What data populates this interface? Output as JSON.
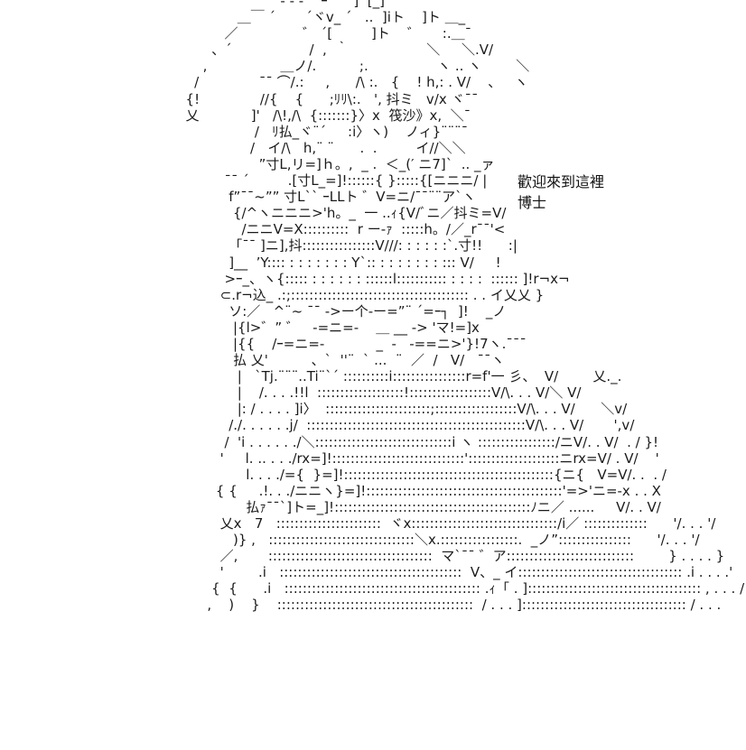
{
  "art": {
    "lines": [
      "                        ‐ ‐ -    ｰ      ]  [_]",
      "              ＿￣ ´       ´ヾv_ ´   ..  ]ⅰト    ]ト ＿_",
      "           ／               ゛ ´[         ]ト    ゛     :.＿¯",
      "        、´                  /  ,  ｀                  ＼     ＼.V/",
      "      ,                 ＿ノ/.          ;.                ヽ .. ヽ        ＼",
      "    /              ¯¯ ⌒/.:     ,      /\\ :.   {    ! h,: . V/    、   ヽ",
      "  {!              //{    {      ;ﾘﾘ\\:.   ', 抖ミ   v/x ヾ¯¯",
      "  乂            ]'   /\\!,/\\  {:::::::}〉x  筏沙》x,  ＼¯",
      "                  /   ﾘ払_ヾ¨´     :i〉ヽ)    ノィ}¨¨¨¯",
      "                 /   イ/\\   h,¨ ¨      .  .         イ//＼＼",
      "                   ”寸L,リ=]ｈ。,  _ .  ＜_(′ ニ7]`  .. _ァ",
      "           ¯¯ ´         .[寸L_=]!::::::{ }:::::{[ニニニ/ |",
      "            f”¯¯~”” 寸L`` ｰLLト ゛V=ニ/¯¯¨¨ア`ヽ",
      "             {/^ヽニニニ>'h。_  一 ..ｨ{V/ﾞニ／抖ミ=V/",
      "               /ニニV=X::::::::::  r ー‐ｧ  :::::h。/／_r¯¯'<",
      "            「¯¯ ]ニ],抖::::::::::::::::V///: : : : : :`.寸!!      :|",
      "            ]__  ’Y:::: : : : : : : : Y`:: : : : : : : : ::: V/     !",
      "           >ｰ_、ヽ{::::: : : : : : : ::::::l::::::::::: : : : :  :::::: ]!r¬x¬",
      "          ⊂.r¬込_ .:;::::::::::::::::::::::::::::::::::::::: . . イ乂乂 }",
      "            ソ:／   ^¨~ ¯¯ ->ー个-ー=”¨ ´=ｰ┐  ]!    _ノ",
      "             |{l>゛” ゛   -=ニ=-    ＿ __ -> 'マ!=]x",
      "             |{{    /ｰ=ニ=-            _  ‐   -==ニ>'}!7ヽ.¯¯¯",
      "             払 乂'          、`  ''¨  ` ...  ¨  ／  /   V/   ¯¯ヽ",
      "              |   `Tj.¨¨¨..Ti¨`´ ::::::::::i::::::::::::::::r=f'一 彡、  V/        乂._.",
      "              |    /. . . .!!l  :::::::::::::::::::!::::::::::::::::::V/\\. . . V/＼ V/",
      "              |: / . . . . ]i〉  :::::::::::::::::::::::;::::::::::::::::::V/\\. . . V/      ＼v/",
      "            /./. . . . . .j/  ::::::::::::::::::::::::::::::::::::::::::::::::V/\\. . . V/       ',v/",
      "           /  'i . . . . . ./＼::::::::::::::::::::::::::::::i ヽ :::::::::::::::::/ニV/. . V/  . / }!",
      "          '     l. .. . . ./rx=]!:::::::::::::::::::::::::::::'::::::::::::::::::::ニrx=V/ . V/    '",
      "                l. . . ./={  }=]!::::::::::::::::::::::::::::::::::::::::::::::{ニ{   V=V/. .  . /",
      "         { {     .!. . ./ニニヽ}=]!:::::::::::::::::::::::::::::::::::::::::::'=>'ニ=-x . . X",
      "                払ｧ¯¯`]ト=_]!:::::::::::::::::::::::::::::::::::::::::::ﾉニ／ ......     V/. . V/",
      "          乂x   7   :::::::::::::::::::::::  ヾx::::::::::::::::::::::::::::::::/i／ ::::::::::::::      '/. . . '/",
      "             )} ,   ::::::::::::::::::::::::::::::::＼x.:::::::::::::::::.  _ノ”::::::::::::::::      '/. . . '/",
      "          ／,       ::::::::::::::::::::::::::::::::::::  マ`¯¯ ゛ア::::::::::::::::::::::::::::        } . . . . }",
      "          '        .i   ::::::::::::::::::::::::::::::::::::::::  V、_ イ:::::::::::::::::::::::::::::::::::: .i . . . .'",
      "        {  {      .i   ::::::::::::::::::::::::::::::::::::::::::: .ｨ「 . ]:::::::::::::::::::::::::::::::::::::: , . . . /",
      "       ,    )    }    :::::::::::::::::::::::::::::::::::::::::::  / . . . ]:::::::::::::::::::::::::::::::::::: / . . ."
    ]
  },
  "caption": {
    "line1": "歡迎來到這裡",
    "line2": "博士"
  }
}
